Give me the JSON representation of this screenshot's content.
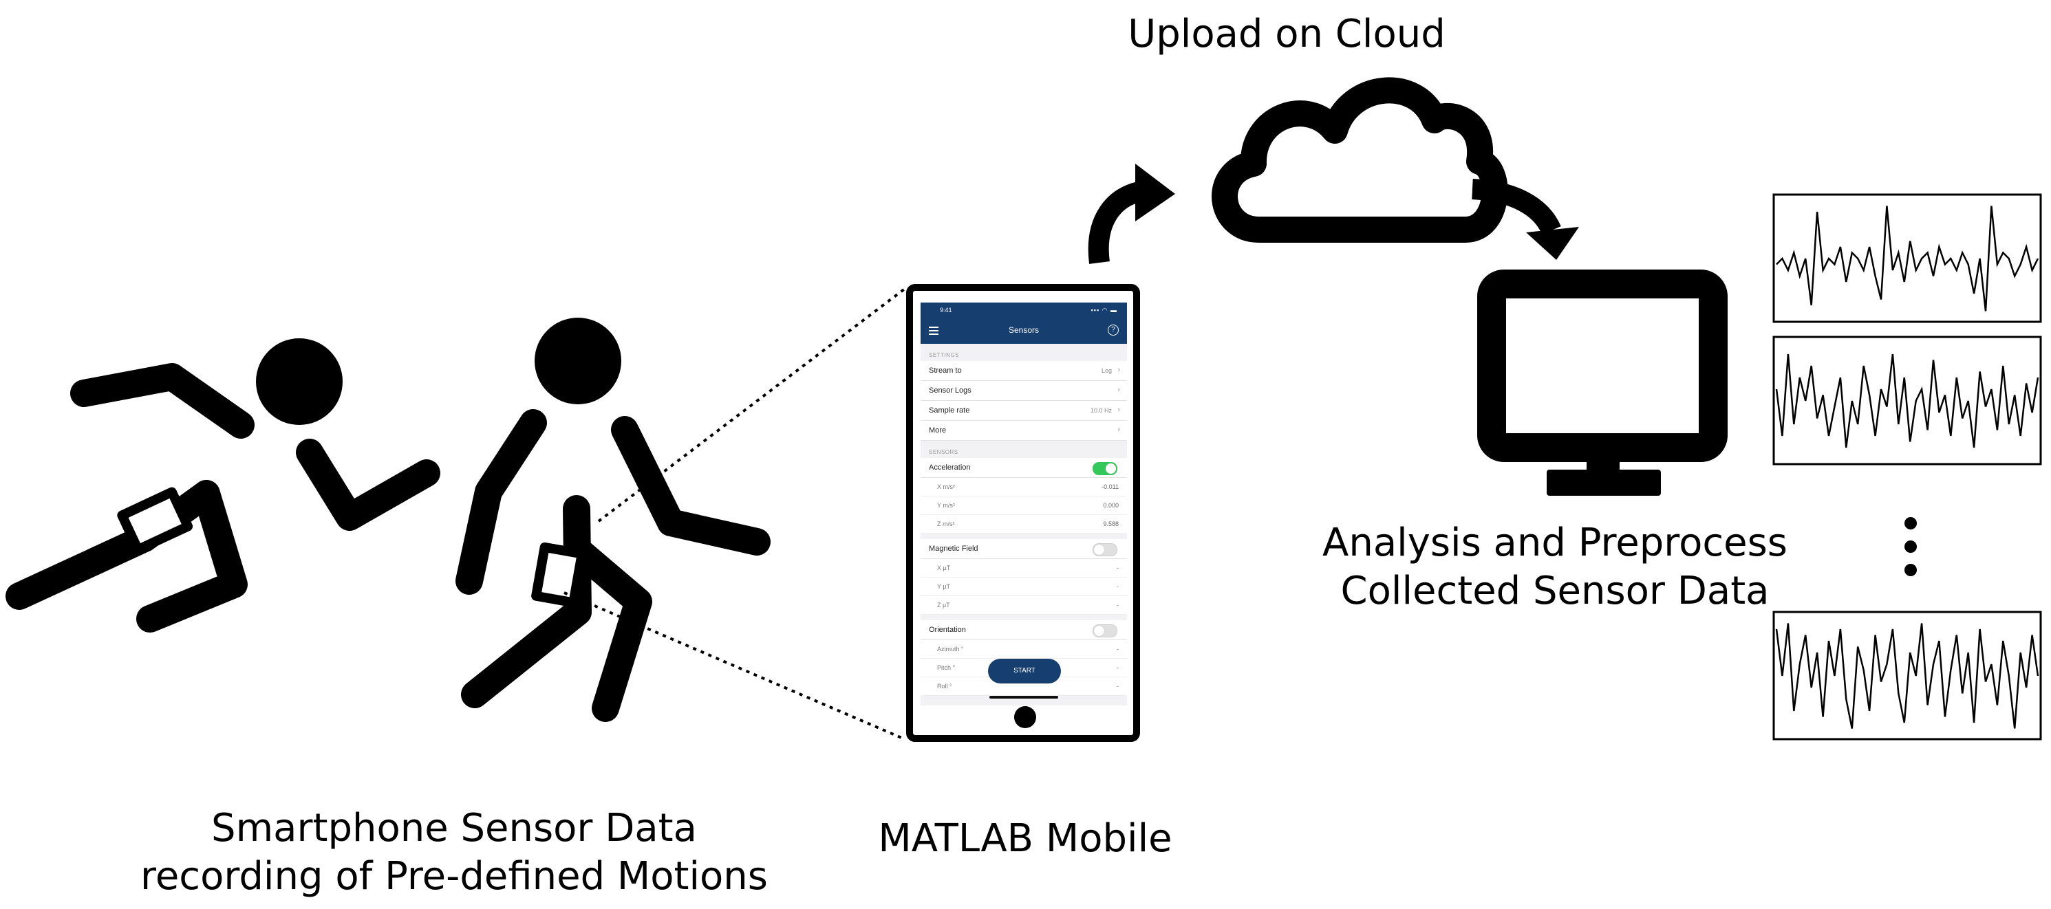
{
  "captions": {
    "upload": "Upload on Cloud",
    "analysis_line1": "Analysis and Preprocess",
    "analysis_line2": "Collected Sensor Data",
    "recording_line1": "Smartphone Sensor Data",
    "recording_line2": "recording of Pre-defined Motions",
    "app": "MATLAB Mobile"
  },
  "phone": {
    "status_time": "9:41",
    "status_icons": "▪▪▪ ◠ ▬",
    "title": "Sensors",
    "help_glyph": "?",
    "settings_header": "SETTINGS",
    "settings": [
      {
        "label": "Stream to",
        "value": "Log"
      },
      {
        "label": "Sensor Logs",
        "value": ""
      },
      {
        "label": "Sample rate",
        "value": "10.0 Hz"
      },
      {
        "label": "More",
        "value": ""
      }
    ],
    "sensors_header": "SENSORS",
    "acceleration": {
      "label": "Acceleration",
      "on": true,
      "rows": [
        {
          "label": "X m/s²",
          "value": "-0.011"
        },
        {
          "label": "Y m/s²",
          "value": "0.000"
        },
        {
          "label": "Z m/s²",
          "value": "9.588"
        }
      ]
    },
    "magnetic": {
      "label": "Magnetic Field",
      "on": false,
      "rows": [
        {
          "label": "X µT",
          "value": "-"
        },
        {
          "label": "Y µT",
          "value": "-"
        },
        {
          "label": "Z µT",
          "value": "-"
        }
      ]
    },
    "orientation": {
      "label": "Orientation",
      "on": false,
      "rows": [
        {
          "label": "Azimuth °",
          "value": "-"
        },
        {
          "label": "Pitch °",
          "value": "-"
        },
        {
          "label": "Roll °",
          "value": "-"
        }
      ]
    },
    "start_label": "START"
  },
  "icons": [
    "runner-icon",
    "runner-icon",
    "phone-icon",
    "cloud-icon",
    "monitor-icon",
    "curved-arrow-icon"
  ],
  "signals": {
    "signal_1": [
      0.45,
      0.5,
      0.4,
      0.55,
      0.35,
      0.5,
      0.1,
      0.9,
      0.4,
      0.5,
      0.45,
      0.6,
      0.3,
      0.55,
      0.5,
      0.4,
      0.6,
      0.35,
      0.15,
      0.95,
      0.4,
      0.55,
      0.3,
      0.65,
      0.4,
      0.5,
      0.55,
      0.35,
      0.6,
      0.45,
      0.5,
      0.4,
      0.55,
      0.45,
      0.2,
      0.5,
      0.05,
      0.95,
      0.45,
      0.55,
      0.5,
      0.35,
      0.45,
      0.6,
      0.4,
      0.5
    ],
    "signal_2": [
      0.6,
      0.2,
      0.9,
      0.3,
      0.7,
      0.5,
      0.8,
      0.35,
      0.55,
      0.2,
      0.45,
      0.7,
      0.1,
      0.5,
      0.3,
      0.8,
      0.55,
      0.2,
      0.6,
      0.45,
      0.9,
      0.3,
      0.7,
      0.15,
      0.5,
      0.6,
      0.25,
      0.85,
      0.4,
      0.55,
      0.2,
      0.7,
      0.35,
      0.5,
      0.1,
      0.75,
      0.45,
      0.6,
      0.25,
      0.8,
      0.3,
      0.55,
      0.2,
      0.65,
      0.4,
      0.7
    ],
    "signal_3": [
      0.9,
      0.5,
      0.95,
      0.2,
      0.6,
      0.85,
      0.4,
      0.7,
      0.15,
      0.8,
      0.5,
      0.9,
      0.3,
      0.05,
      0.75,
      0.55,
      0.2,
      0.85,
      0.45,
      0.6,
      0.9,
      0.35,
      0.1,
      0.7,
      0.5,
      0.95,
      0.25,
      0.6,
      0.8,
      0.15,
      0.55,
      0.85,
      0.35,
      0.7,
      0.1,
      0.9,
      0.45,
      0.6,
      0.25,
      0.8,
      0.5,
      0.05,
      0.7,
      0.4,
      0.85,
      0.5
    ]
  }
}
